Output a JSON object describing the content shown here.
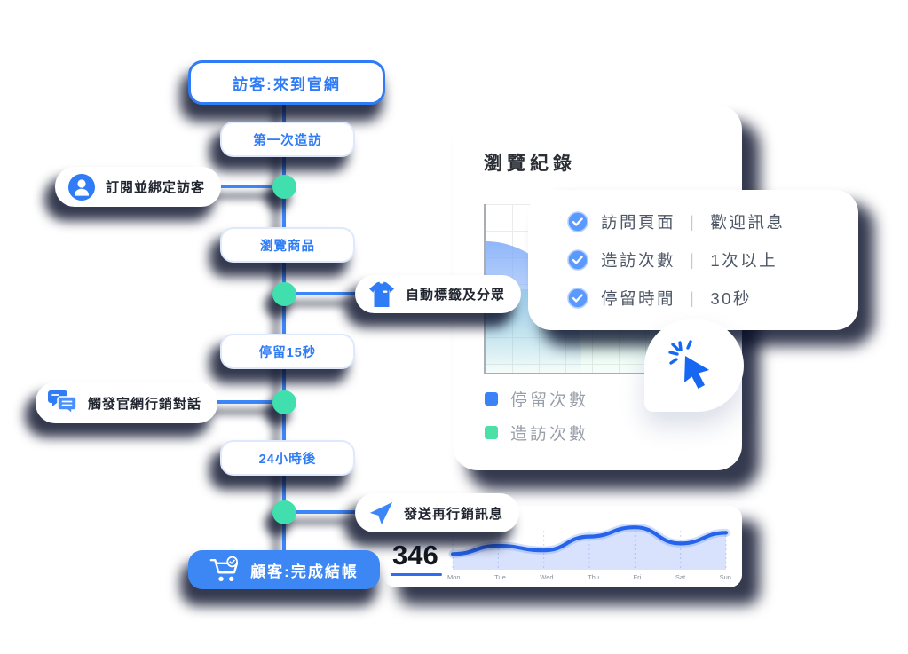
{
  "colors": {
    "primary_blue": "#2f7cf6",
    "line_blue": "#3d86f8",
    "dot_teal": "#41dfad",
    "end_node_bg": "#3d87f5",
    "legend_blue": "#3b82f6",
    "legend_green": "#4be0a6",
    "chart_line_blue": "#2563eb",
    "shadow_navy": "#0a1030",
    "stat_underline": "#2f6bf0"
  },
  "timeline": {
    "top_node": "訪客:來到官網",
    "steps": [
      {
        "label": "第一次造訪"
      },
      {
        "label": "瀏覽商品"
      },
      {
        "label": "停留15秒"
      },
      {
        "label": "24小時後"
      }
    ],
    "actions": [
      {
        "label": "訂閱並綁定訪客",
        "icon": "user-icon",
        "side": "left"
      },
      {
        "label": "自動標籤及分眾",
        "icon": "tshirt-icon",
        "side": "right"
      },
      {
        "label": "觸發官網行銷對話",
        "icon": "chat-icon",
        "side": "left"
      },
      {
        "label": "發送再行銷訊息",
        "icon": "send-icon",
        "side": "right"
      }
    ],
    "end_node": "顧客:完成結帳",
    "end_node_icon": "cart-check-icon"
  },
  "browse_card": {
    "title": "瀏覽紀錄",
    "legend": [
      {
        "label": "停留次數",
        "color": "#3b82f6"
      },
      {
        "label": "造訪次數",
        "color": "#4be0a6"
      }
    ]
  },
  "conditions_card": {
    "items": [
      {
        "label": "訪問頁面",
        "separator": "|",
        "value": "歡迎訊息"
      },
      {
        "label": "造訪次數",
        "separator": "|",
        "value": "1次以上"
      },
      {
        "label": "停留時間",
        "separator": "|",
        "value": "30秒"
      }
    ],
    "item_icon": "check-circle-icon"
  },
  "stats_card": {
    "value": "346"
  },
  "chart_data": [
    {
      "type": "area",
      "title": "瀏覽紀錄",
      "series": [
        {
          "name": "停留次數",
          "color": "#3b82f6"
        },
        {
          "name": "造訪次數",
          "color": "#4be0a6"
        }
      ],
      "legend_position": "bottom-left",
      "grid": true,
      "axes_labeled": false
    },
    {
      "type": "line",
      "x": [
        "Mon",
        "Tue",
        "Wed",
        "Thu",
        "Fri",
        "Sat",
        "Sun"
      ],
      "values": [
        34,
        52,
        42,
        72,
        92,
        57,
        80
      ],
      "ylim": [
        0,
        100
      ],
      "grid": "vertical-dashed",
      "line_color": "#2563eb",
      "fill_color": "rgba(77,125,245,0.22)"
    }
  ]
}
